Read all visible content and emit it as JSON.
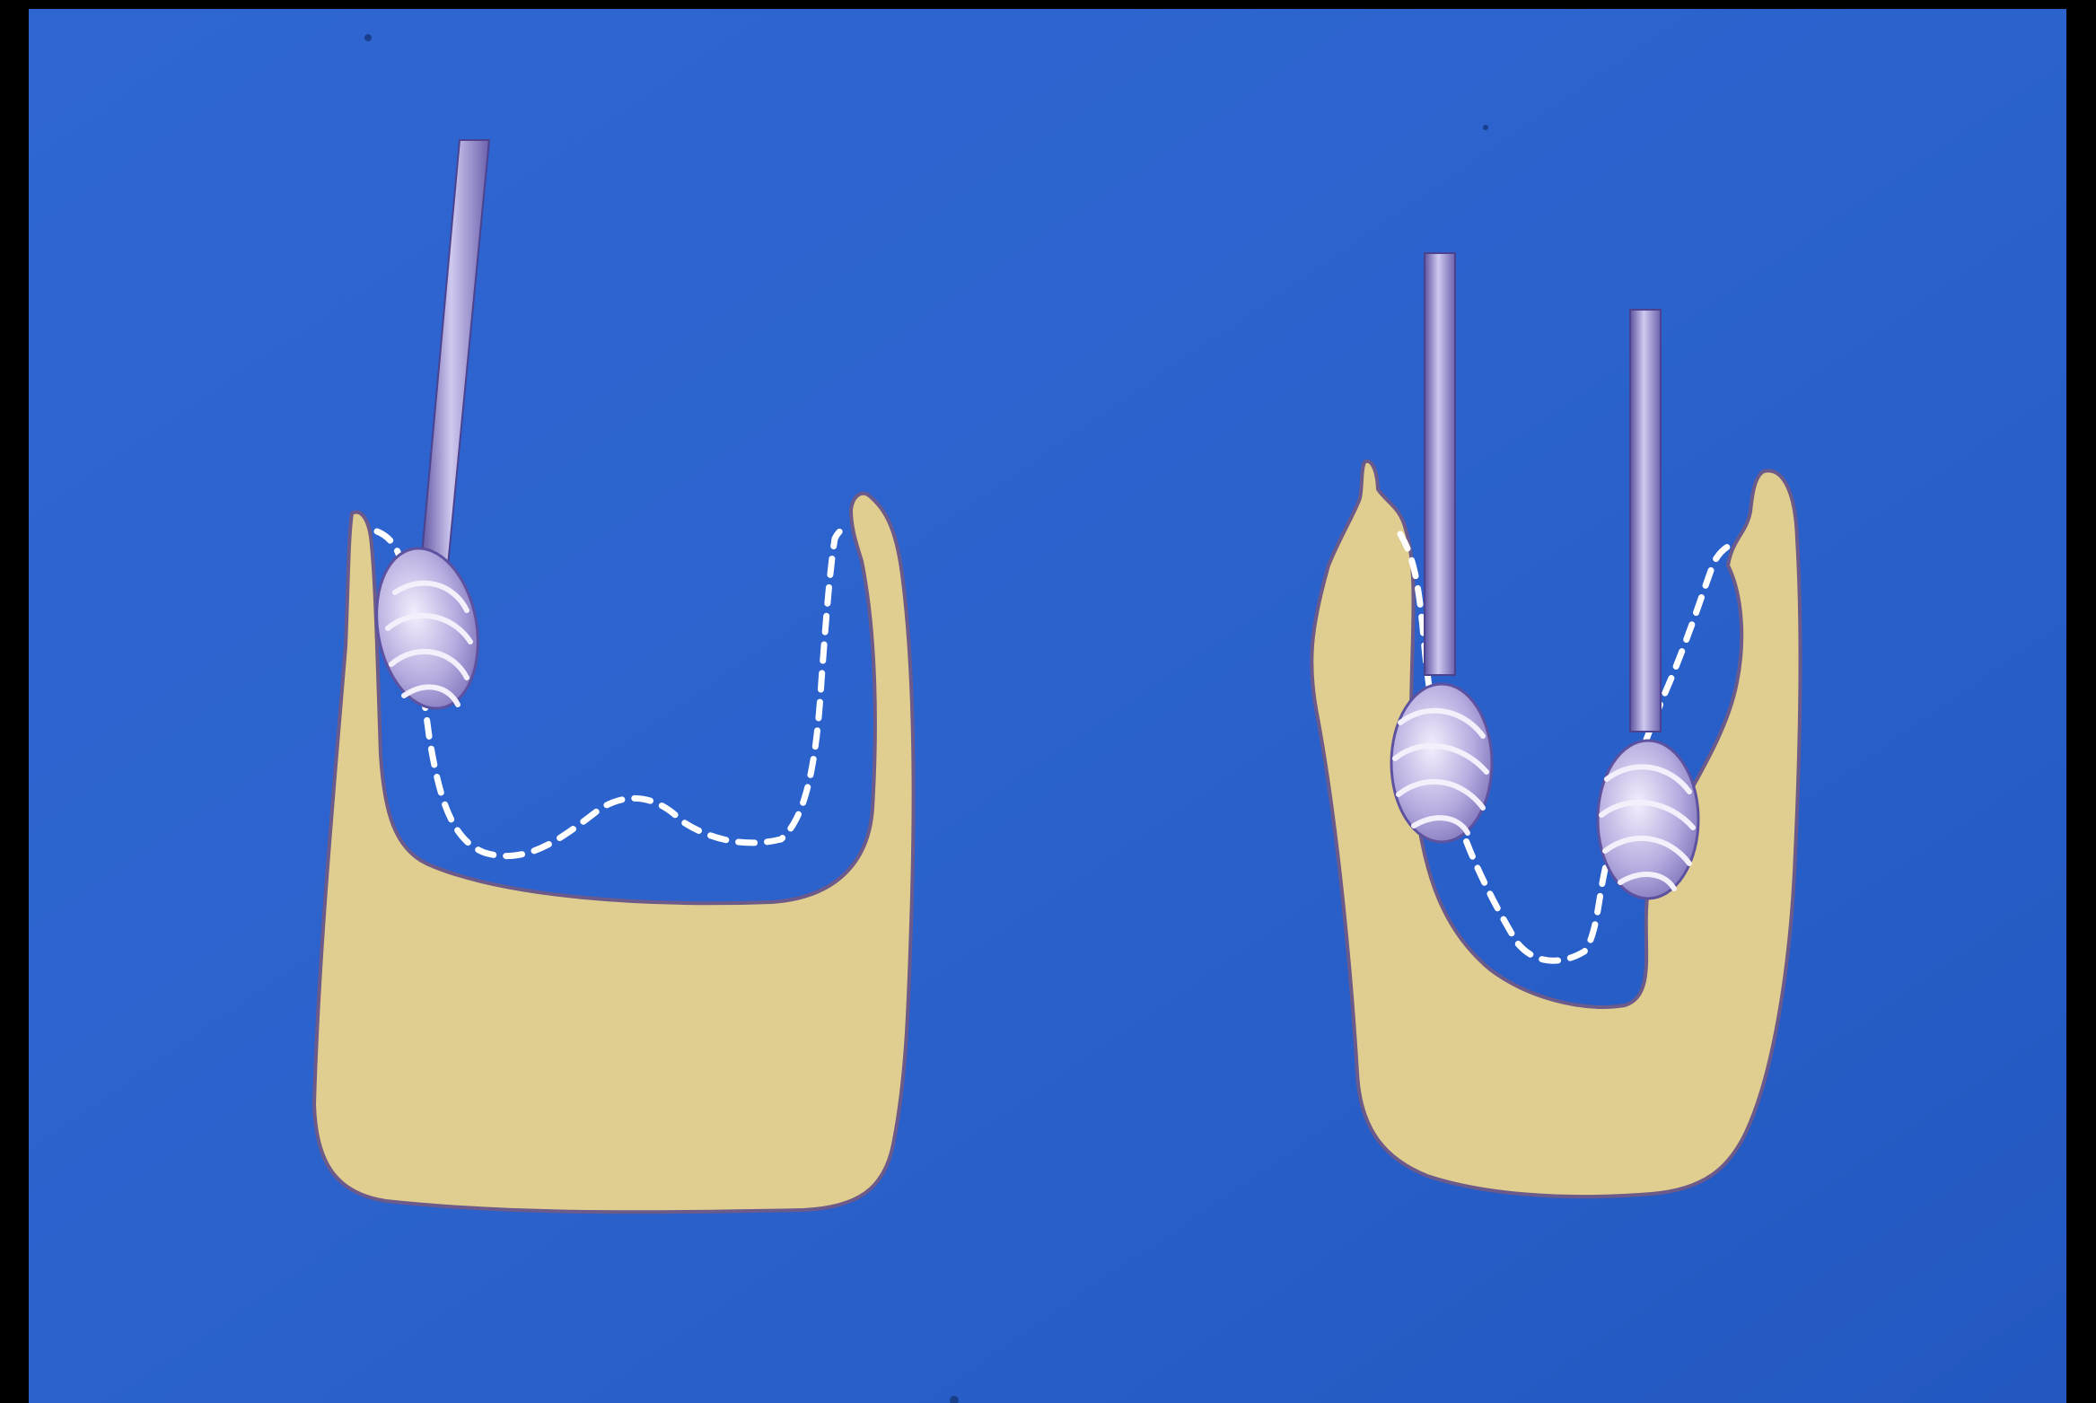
{
  "slide": {
    "background_color": "#2b62cc",
    "border_color": "#000000"
  },
  "colors": {
    "tooth": "#e0cd90",
    "tooth_outline": "#6b5a8a",
    "bur_shaft": "#7d73b5",
    "bur_shaft_highlight": "#cdc7ec",
    "bur_head": "#b9b1e0",
    "bur_head_stripe": "#f3f0fb",
    "dashed_line": "#ffffff"
  },
  "figures": [
    {
      "name": "left-figure",
      "bur_count": 1,
      "bur_orientation": "tilted"
    },
    {
      "name": "right-figure",
      "bur_count": 2,
      "bur_orientation": "vertical"
    }
  ]
}
